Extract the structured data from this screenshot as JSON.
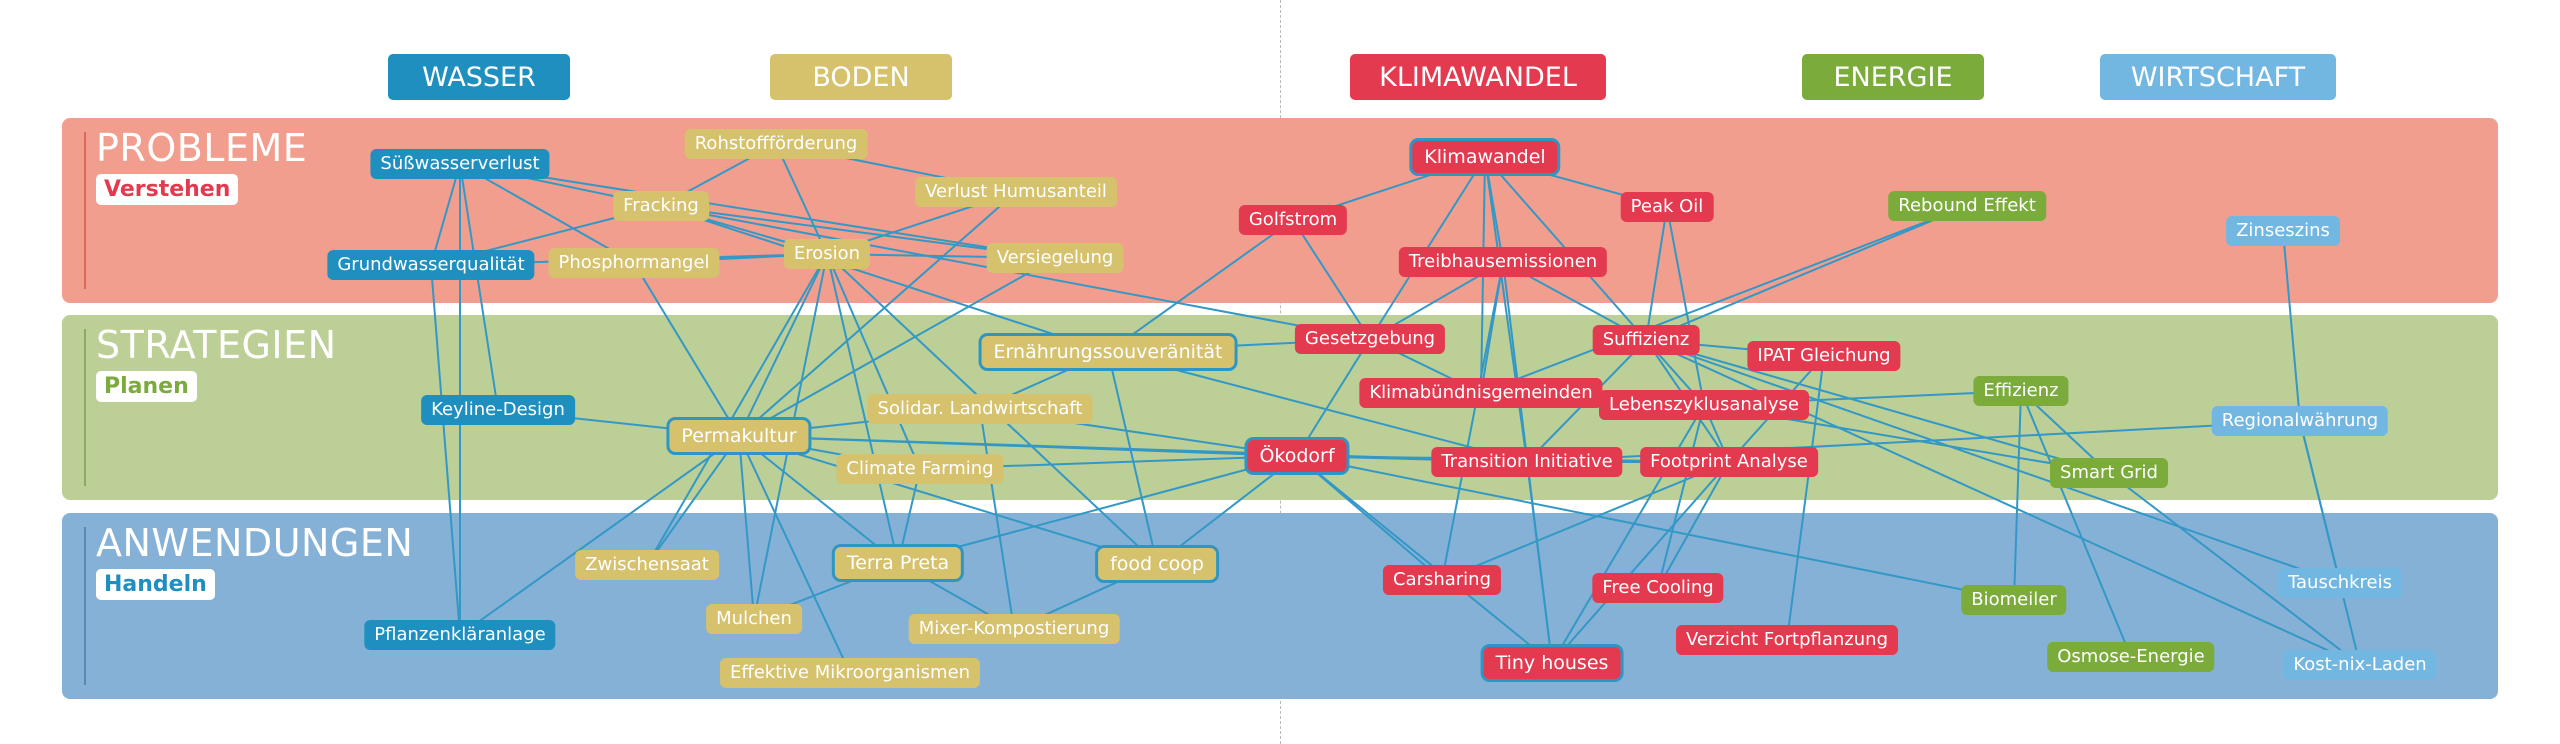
{
  "colors": {
    "wasser": "#1f8fc0",
    "boden": "#d6c16d",
    "klima": "#e33a4f",
    "energie": "#7aab3b",
    "wirtschaft": "#72b7e2",
    "band_probleme": "#f29e8e",
    "band_strategien": "#bccf96",
    "band_anwendungen": "#86b1d6",
    "edge": "#3398c6"
  },
  "categories": [
    "WASSER",
    "BODEN",
    "KLIMAWANDEL",
    "ENERGIE",
    "WIRTSCHAFT"
  ],
  "bands": {
    "probleme": {
      "title": "PROBLEME",
      "subtitle": "Verstehen"
    },
    "strategien": {
      "title": "STRATEGIEN",
      "subtitle": "Planen"
    },
    "anwendungen": {
      "title": "ANWENDUNGEN",
      "subtitle": "Handeln"
    }
  },
  "nodes": {
    "suesswasser": "Süßwasserverlust",
    "grundwasser": "Grundwasserqualität",
    "keyline": "Keyline-Design",
    "pflanzenklaer": "Pflanzenkläranlage",
    "rohstoff": "Rohstoffförderung",
    "fracking": "Fracking",
    "phosphor": "Phosphormangel",
    "erosion": "Erosion",
    "humus": "Verlust Humusanteil",
    "versiegelung": "Versiegelung",
    "ernaehrung": "Ernährungssouveränität",
    "solidar": "Solidar. Landwirtschaft",
    "permakultur": "Permakultur",
    "climatefarming": "Climate Farming",
    "zwischensaat": "Zwischensaat",
    "terrapreta": "Terra Preta",
    "foodcoop": "food coop",
    "mulchen": "Mulchen",
    "mixer": "Mixer-Kompostierung",
    "mikro": "Effektive Mikroorganismen",
    "klimawandel": "Klimawandel",
    "golfstrom": "Golfstrom",
    "peakoil": "Peak Oil",
    "treibhaus": "Treibhausemissionen",
    "gesetzgebung": "Gesetzgebung",
    "suffizienz": "Suffizienz",
    "ipat": "IPAT Gleichung",
    "klimabuendnis": "Klimabündnisgemeinden",
    "lebenszyklus": "Lebenszyklusanalyse",
    "oekodorf": "Ökodorf",
    "transition": "Transition Initiative",
    "footprint": "Footprint Analyse",
    "carsharing": "Carsharing",
    "freecooling": "Free Cooling",
    "tinyhouses": "Tiny houses",
    "verzicht": "Verzicht Fortpflanzung",
    "rebound": "Rebound Effekt",
    "effizienz": "Effizienz",
    "smartgrid": "Smart Grid",
    "biomeiler": "Biomeiler",
    "osmose": "Osmose-Energie",
    "zinseszins": "Zinseszins",
    "regionalwaehrung": "Regionalwährung",
    "tauschkreis": "Tauschkreis",
    "kostnix": "Kost-nix-Laden"
  },
  "edges": [
    [
      "suesswasser",
      "grundwasser"
    ],
    [
      "suesswasser",
      "fracking"
    ],
    [
      "suesswasser",
      "phosphor"
    ],
    [
      "suesswasser",
      "keyline"
    ],
    [
      "suesswasser",
      "pflanzenklaer"
    ],
    [
      "suesswasser",
      "versiegelung"
    ],
    [
      "grundwasser",
      "fracking"
    ],
    [
      "grundwasser",
      "erosion"
    ],
    [
      "grundwasser",
      "pflanzenklaer"
    ],
    [
      "keyline",
      "permakultur"
    ],
    [
      "rohstoff",
      "fracking"
    ],
    [
      "rohstoff",
      "erosion"
    ],
    [
      "rohstoff",
      "humus"
    ],
    [
      "fracking",
      "erosion"
    ],
    [
      "fracking",
      "versiegelung"
    ],
    [
      "fracking",
      "ernaehrung"
    ],
    [
      "fracking",
      "gesetzgebung"
    ],
    [
      "phosphor",
      "erosion"
    ],
    [
      "phosphor",
      "permakultur"
    ],
    [
      "erosion",
      "humus"
    ],
    [
      "erosion",
      "versiegelung"
    ],
    [
      "erosion",
      "permakultur"
    ],
    [
      "erosion",
      "climatefarming"
    ],
    [
      "erosion",
      "zwischensaat"
    ],
    [
      "erosion",
      "mulchen"
    ],
    [
      "erosion",
      "terrapreta"
    ],
    [
      "erosion",
      "foodcoop"
    ],
    [
      "humus",
      "permakultur"
    ],
    [
      "versiegelung",
      "permakultur"
    ],
    [
      "ernaehrung",
      "solidar"
    ],
    [
      "ernaehrung",
      "foodcoop"
    ],
    [
      "ernaehrung",
      "transition"
    ],
    [
      "ernaehrung",
      "gesetzgebung"
    ],
    [
      "solidar",
      "permakultur"
    ],
    [
      "solidar",
      "oekodorf"
    ],
    [
      "solidar",
      "mixer"
    ],
    [
      "permakultur",
      "oekodorf"
    ],
    [
      "permakultur",
      "zwischensaat"
    ],
    [
      "permakultur",
      "mulchen"
    ],
    [
      "permakultur",
      "terrapreta"
    ],
    [
      "permakultur",
      "mikro"
    ],
    [
      "permakultur",
      "foodcoop"
    ],
    [
      "permakultur",
      "transition"
    ],
    [
      "permakultur",
      "climatefarming"
    ],
    [
      "permakultur",
      "pflanzenklaer"
    ],
    [
      "climatefarming",
      "terrapreta"
    ],
    [
      "climatefarming",
      "oekodorf"
    ],
    [
      "terrapreta",
      "mulchen"
    ],
    [
      "terrapreta",
      "mixer"
    ],
    [
      "terrapreta",
      "oekodorf"
    ],
    [
      "foodcoop",
      "mixer"
    ],
    [
      "foodcoop",
      "oekodorf"
    ],
    [
      "klimawandel",
      "golfstrom"
    ],
    [
      "klimawandel",
      "peakoil"
    ],
    [
      "klimawandel",
      "treibhaus"
    ],
    [
      "klimawandel",
      "gesetzgebung"
    ],
    [
      "klimawandel",
      "klimabuendnis"
    ],
    [
      "klimawandel",
      "transition"
    ],
    [
      "klimawandel",
      "suffizienz"
    ],
    [
      "golfstrom",
      "ernaehrung"
    ],
    [
      "golfstrom",
      "gesetzgebung"
    ],
    [
      "treibhaus",
      "gesetzgebung"
    ],
    [
      "treibhaus",
      "klimabuendnis"
    ],
    [
      "treibhaus",
      "tinyhouses"
    ],
    [
      "treibhaus",
      "carsharing"
    ],
    [
      "treibhaus",
      "suffizienz"
    ],
    [
      "peakoil",
      "suffizienz"
    ],
    [
      "peakoil",
      "lebenszyklus"
    ],
    [
      "gesetzgebung",
      "klimabuendnis"
    ],
    [
      "gesetzgebung",
      "oekodorf"
    ],
    [
      "suffizienz",
      "ipat"
    ],
    [
      "suffizienz",
      "lebenszyklus"
    ],
    [
      "suffizienz",
      "footprint"
    ],
    [
      "suffizienz",
      "rebound"
    ],
    [
      "suffizienz",
      "transition"
    ],
    [
      "suffizienz",
      "tauschkreis"
    ],
    [
      "suffizienz",
      "kostnix"
    ],
    [
      "suffizienz",
      "smartgrid"
    ],
    [
      "ipat",
      "verzicht"
    ],
    [
      "ipat",
      "footprint"
    ],
    [
      "lebenszyklus",
      "effizienz"
    ],
    [
      "lebenszyklus",
      "freecooling"
    ],
    [
      "lebenszyklus",
      "tinyhouses"
    ],
    [
      "lebenszyklus",
      "footprint"
    ],
    [
      "lebenszyklus",
      "smartgrid"
    ],
    [
      "oekodorf",
      "transition"
    ],
    [
      "oekodorf",
      "carsharing"
    ],
    [
      "oekodorf",
      "tinyhouses"
    ],
    [
      "oekodorf",
      "biomeiler"
    ],
    [
      "oekodorf",
      "footprint"
    ],
    [
      "transition",
      "tinyhouses"
    ],
    [
      "transition",
      "regionalwaehrung"
    ],
    [
      "transition",
      "footprint"
    ],
    [
      "footprint",
      "carsharing"
    ],
    [
      "footprint",
      "freecooling"
    ],
    [
      "footprint",
      "tinyhouses"
    ],
    [
      "effizienz",
      "smartgrid"
    ],
    [
      "effizienz",
      "biomeiler"
    ],
    [
      "effizienz",
      "osmose"
    ],
    [
      "rebound",
      "klimabuendnis"
    ],
    [
      "smartgrid",
      "kostnix"
    ],
    [
      "zinseszins",
      "regionalwaehrung"
    ],
    [
      "regionalwaehrung",
      "kostnix"
    ],
    [
      "regionalwaehrung",
      "tauschkreis"
    ]
  ]
}
